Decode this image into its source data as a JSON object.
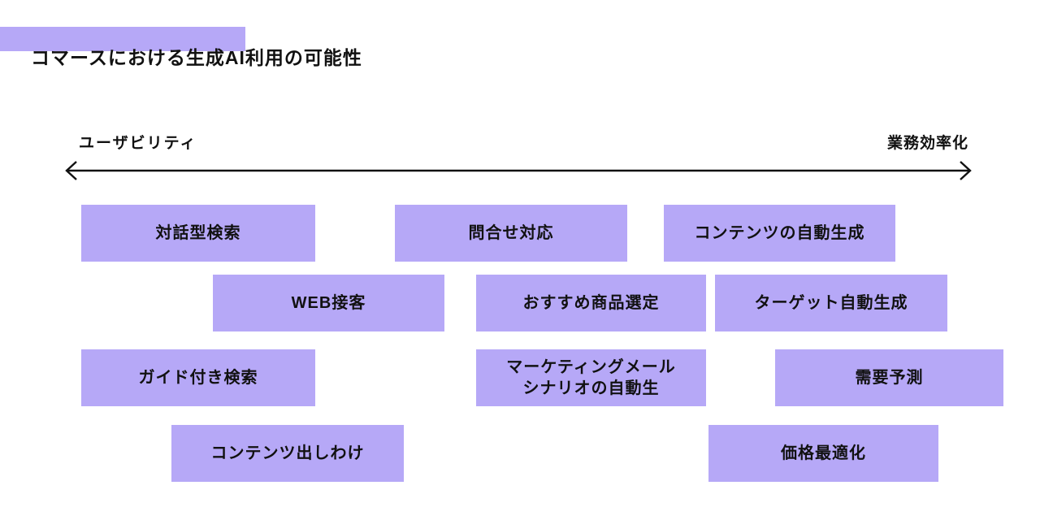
{
  "page": {
    "title": "コマースにおける生成AI利用の可能性"
  },
  "axis": {
    "left_label": "ユーザビリティ",
    "right_label": "業務効率化"
  },
  "colors": {
    "accent": "#b6a8f7",
    "text": "#111111",
    "background": "#ffffff"
  },
  "boxes": [
    {
      "id": "interactive-search",
      "label": "対話型検索"
    },
    {
      "id": "inquiry-response",
      "label": "問合せ対応"
    },
    {
      "id": "auto-content-generation",
      "label": "コンテンツの自動生成"
    },
    {
      "id": "web-customer-service",
      "label": "WEB接客"
    },
    {
      "id": "recommended-product-selection",
      "label": "おすすめ商品選定"
    },
    {
      "id": "target-auto-generation",
      "label": "ターゲット自動生成"
    },
    {
      "id": "guided-search",
      "label": "ガイド付き検索"
    },
    {
      "id": "marketing-mail-scenario",
      "label": "マーケティングメール\nシナリオの自動生"
    },
    {
      "id": "demand-forecast",
      "label": "需要予測"
    },
    {
      "id": "content-targeting",
      "label": "コンテンツ出しわけ"
    },
    {
      "id": "price-optimization",
      "label": "価格最適化"
    }
  ]
}
